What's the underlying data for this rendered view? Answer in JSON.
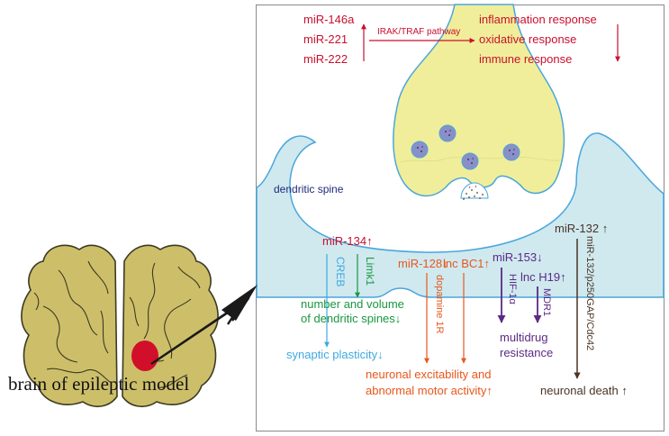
{
  "labels": {
    "mir146a": "miR-146a",
    "mir221": "miR-221",
    "mir222": "miR-222",
    "pathway": "IRAK/TRAF pathway",
    "inflammation": "inflammation response",
    "oxidative": "oxidative response",
    "immune": "immune response",
    "dendritic_spine": "dendritic spine",
    "mir134": "miR-134↑",
    "creb": "CREB",
    "limk1": "Limk1",
    "spines_line1": "number and volume",
    "spines_line2": "of dendritic spines↓",
    "synaptic": "synaptic plasticity↓",
    "mir128": "miR-128↓",
    "dopamine": "dopamine 1R",
    "lnc_bc1": "lnc BC1↑",
    "neuronal_line1": "neuronal excitability and",
    "neuronal_line2": "abnormal motor activity↑",
    "mir153": "miR-153↓",
    "hif": "HIF-1α",
    "lnc_h19": "lnc H19↑",
    "mdr1": "MDR1",
    "multidrug_line1": "multidrug",
    "multidrug_line2": "resistance",
    "mir132": "miR-132 ↑",
    "mir132_path": "miR-132/p250GAP/Cdc42",
    "death": "neuronal death ↑",
    "brain": "brain of epileptic model"
  },
  "colors": {
    "red": "#c8102e",
    "green": "#1a9641",
    "cyan": "#3fa9e0",
    "orange": "#e8571c",
    "purple": "#5b2a86",
    "brown": "#4a3425",
    "navy": "#1f2a7a",
    "spine_fill": "#cfe9ef",
    "spine_stroke": "#4aa6dc",
    "terminal_fill": "#f0ee9a",
    "vesicle_fill": "#8a8fc8",
    "brain_fill": "#cdbf6a",
    "brain_stroke": "#3d3a22",
    "lesion": "#d10f2a"
  }
}
